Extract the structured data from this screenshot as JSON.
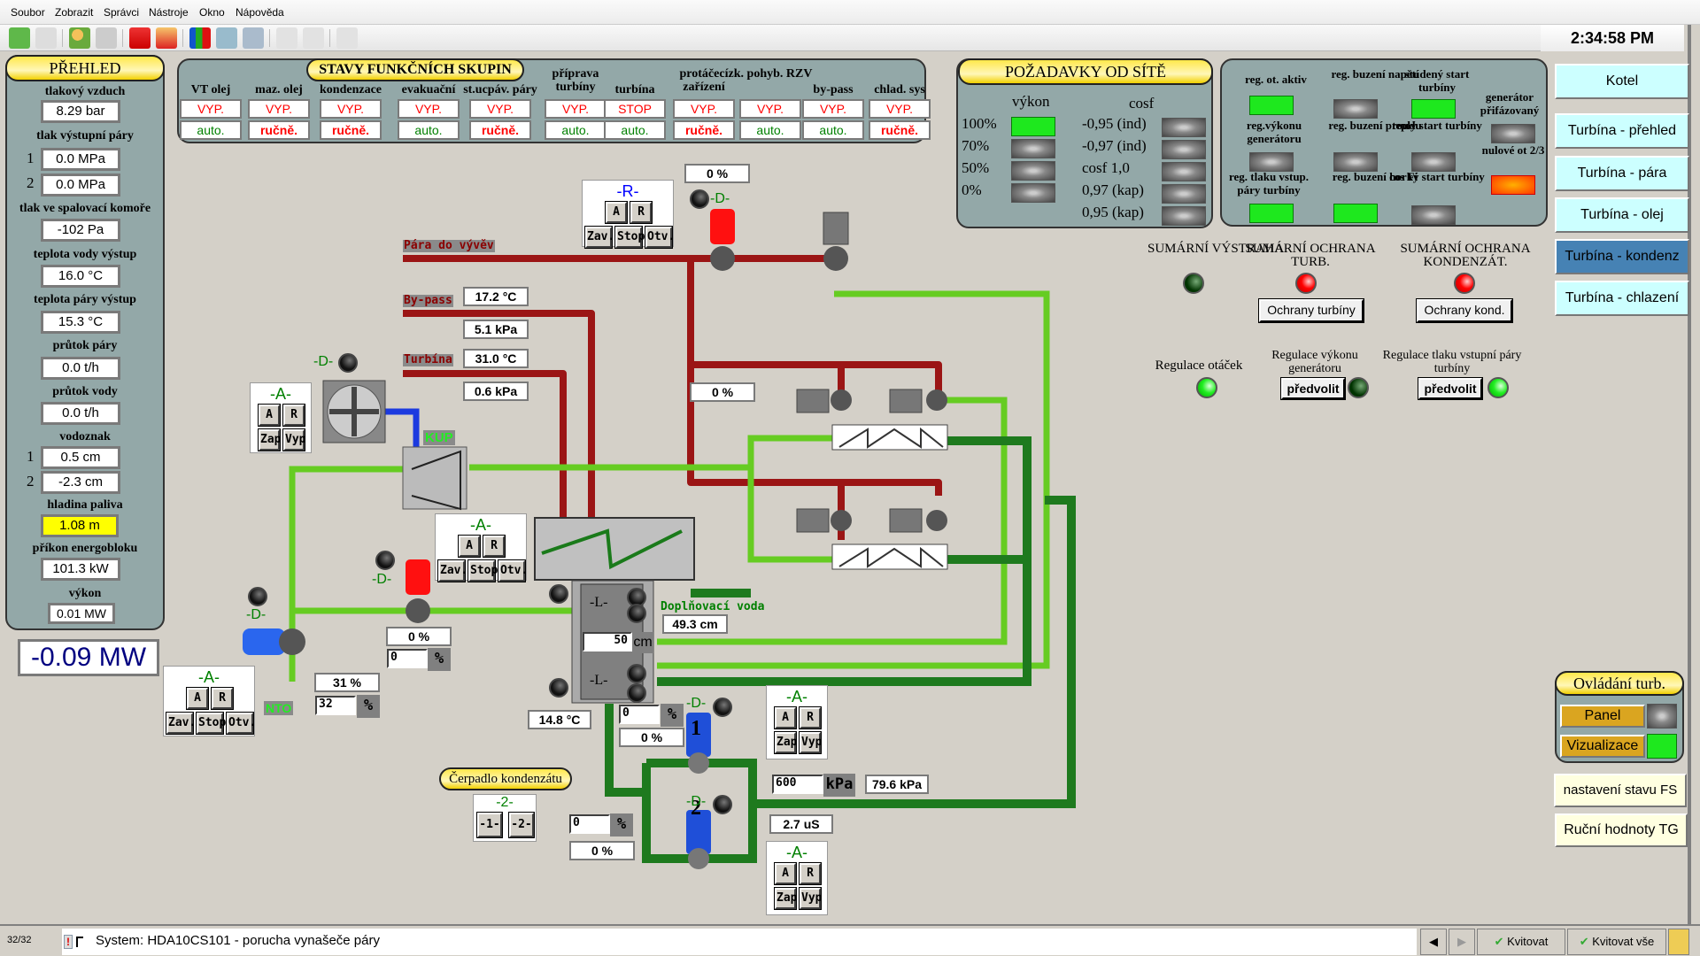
{
  "menu": [
    "Soubor",
    "Zobrazit",
    "Správci",
    "Nástroje",
    "Okno",
    "Nápověda"
  ],
  "toolbar_icons": [
    "back-icon",
    "forward-icon",
    "user-add-icon",
    "user-remove-icon",
    "alarm-report-icon",
    "alarm-folder-icon",
    "chart-icon",
    "table-icon",
    "print-preview-icon",
    "edit-disabled-icon",
    "edit2-disabled-icon",
    "printer-disabled-icon"
  ],
  "clock": "2:34:58 PM",
  "overview": {
    "title": "PŘEHLED",
    "air_pressure_label": "tlakový vzduch",
    "air_pressure": "8.29 bar",
    "steam_out_pressure_label": "tlak výstupní páry",
    "steam_out_pressure": [
      {
        "idx": "1",
        "value": "0.0 MPa"
      },
      {
        "idx": "2",
        "value": "0.0 MPa"
      }
    ],
    "combustion_pressure_label": "tlak ve spalovací komoře",
    "combustion_pressure": "-102 Pa",
    "water_temp_label": "teplota vody výstup",
    "water_temp": "16.0 °C",
    "steam_temp_label": "teplota páry výstup",
    "steam_temp": "15.3 °C",
    "steam_flow_label": "průtok páry",
    "steam_flow": "0.0 t/h",
    "water_flow_label": "průtok vody",
    "water_flow": "0.0 t/h",
    "gauge_label": "vodoznak",
    "gauge": [
      {
        "idx": "1",
        "value": "0.5 cm"
      },
      {
        "idx": "2",
        "value": "-2.3 cm"
      }
    ],
    "fuel_level_label": "hladina paliva",
    "fuel_level": "1.08 m",
    "block_input_label": "příkon energobloku",
    "block_input": "101.3 kW",
    "power_label": "výkon",
    "power": "0.01 MW",
    "big_power": "-0.09 MW"
  },
  "fg_states": {
    "title": "STAVY FUNKČNÍCH SKUPIN",
    "groups": [
      {
        "name": "VT olej",
        "state": "VYP.",
        "mode": "auto."
      },
      {
        "name": "maz. olej",
        "state": "VYP.",
        "mode": "ručně."
      },
      {
        "name": "kondenzace",
        "state": "VYP.",
        "mode": "ručně."
      },
      {
        "name": "evakuační",
        "state": "VYP.",
        "mode": "auto."
      },
      {
        "name": "st.ucpáv. páry",
        "state": "VYP.",
        "mode": "ručně."
      },
      {
        "name": "příprava turbíny",
        "state": "VYP.",
        "mode": "auto."
      },
      {
        "name": "turbína",
        "state": "STOP",
        "mode": "auto."
      },
      {
        "name": "protáčecí zařízení",
        "state": "VYP.",
        "mode": "ručně."
      },
      {
        "name": "zk. pohyb. RZV",
        "state": "VYP.",
        "mode": "auto."
      },
      {
        "name": "by-pass",
        "state": "VYP.",
        "mode": "auto."
      },
      {
        "name": "chlad. sys",
        "state": "VYP.",
        "mode": "ručně."
      }
    ]
  },
  "grid_req": {
    "title": "POŽADAVKY OD SÍTĚ",
    "power_header": "výkon",
    "cosf_header": "cosf",
    "power_levels": [
      {
        "label": "100%",
        "on": true
      },
      {
        "label": "70%",
        "on": false
      },
      {
        "label": "50%",
        "on": false
      },
      {
        "label": "0%",
        "on": false
      }
    ],
    "cosf_levels": [
      {
        "label": "-0,95 (ind)",
        "on": false
      },
      {
        "label": "-0,97 (ind)",
        "on": false
      },
      {
        "label": "cosf 1,0",
        "on": false
      },
      {
        "label": "0,97 (kap)",
        "on": false
      },
      {
        "label": "0,95 (kap)",
        "on": false
      }
    ]
  },
  "regulators": [
    {
      "label": "reg. ot. aktiv",
      "state": "on"
    },
    {
      "label": "reg. buzení napětí",
      "state": "off"
    },
    {
      "label": "studený start turbíny",
      "state": "on"
    },
    {
      "label": "reg.výkonu generátoru",
      "state": "off"
    },
    {
      "label": "reg. buzení proudu",
      "state": "off"
    },
    {
      "label": "teplý start turbíny",
      "state": "off"
    },
    {
      "label": "reg. tlaku vstup. páry turbíny",
      "state": "on"
    },
    {
      "label": "reg. buzení cos Fi",
      "state": "on"
    },
    {
      "label": "horký start turbíny",
      "state": "off"
    },
    {
      "label": "generátor přifázovaný",
      "state": "off"
    },
    {
      "label": "nulové ot 2/3",
      "state": "alarm"
    }
  ],
  "summary": {
    "warning_label": "SUMÁRNÍ VÝSTRAHA",
    "turb_protect_label": "SUMÁRNÍ OCHRANA TURB.",
    "cond_protect_label": "SUMÁRNÍ OCHRANA KONDENZÁT.",
    "turb_button": "Ochrany turbíny",
    "cond_button": "Ochrany kond.",
    "speed_reg_label": "Regulace otáček",
    "gen_power_reg_label": "Regulace výkonu generátoru",
    "inlet_pressure_reg_label": "Regulace tlaku vstupní páry turbíny",
    "preselect_label": "předvolit"
  },
  "nav": [
    {
      "label": "Kotel",
      "active": false
    },
    {
      "label": "Turbína - přehled",
      "active": false
    },
    {
      "label": "Turbína - pára",
      "active": false
    },
    {
      "label": "Turbína - olej",
      "active": false
    },
    {
      "label": "Turbína - kondenz",
      "active": true
    },
    {
      "label": "Turbína - chlazení",
      "active": false
    }
  ],
  "turb_control": {
    "title": "Ovládání turb.",
    "panel_label": "Panel",
    "panel_state": "off",
    "visual_label": "Vizualizace",
    "visual_state": "on",
    "fs_button": "nastavení stavu FS",
    "manual_button": "Ruční hodnoty TG"
  },
  "diagram": {
    "pipe_labels": {
      "steam_vac": "Pára do vývěv",
      "bypass": "By-pass",
      "turbine": "Turbína",
      "kup": "KUP",
      "nto": "NTO",
      "makeup": "Doplňovací voda"
    },
    "bypass_temp": "17.2 °C",
    "bypass_press": "5.1 kPa",
    "turbine_temp": "31.0 °C",
    "turbine_press": "0.6 kPa",
    "valve_r_pct": "0 %",
    "ejector_pct": "0 %",
    "makeup_level": "49.3 cm",
    "cond_level_set": "50",
    "cond_level_unit": "cm",
    "cond_temp": "14.8 °C",
    "valve_a2_pct": "0 %",
    "valve_a2_set": "0",
    "nto_valve_pct": "31 %",
    "nto_valve_set": "32",
    "pump1_set": "0",
    "pump1_pct": "0 %",
    "pump2_set": "0",
    "pump2_pct": "0 %",
    "pressure_set": "600",
    "pressure_unit": "kPa",
    "pressure_act": "79.6 kPa",
    "conductivity": "2.7 uS",
    "pct_unit": "%",
    "level_tag": "-L-",
    "drive_tag": "-D-",
    "auto_tag": "-A-",
    "reg_tag": "-R-",
    "pump1_num": "1",
    "pump2_num": "2",
    "pump_sel_title": "Čerpadlo kondenzátu",
    "pump_sel_tag": "-2-",
    "pump_sel_opts": [
      "-1-",
      "-2-"
    ],
    "btn_a": "A",
    "btn_r": "R",
    "btn_close": "Zav.",
    "btn_stop": "Stop",
    "btn_open": "Otv.",
    "btn_on": "Zap",
    "btn_off": "Vyp"
  },
  "status": {
    "counter": "32/32",
    "message": "System: HDA10CS101 - porucha vynašeče páry",
    "ack": "Kvitovat",
    "ack_all": "Kvitovat vše"
  }
}
